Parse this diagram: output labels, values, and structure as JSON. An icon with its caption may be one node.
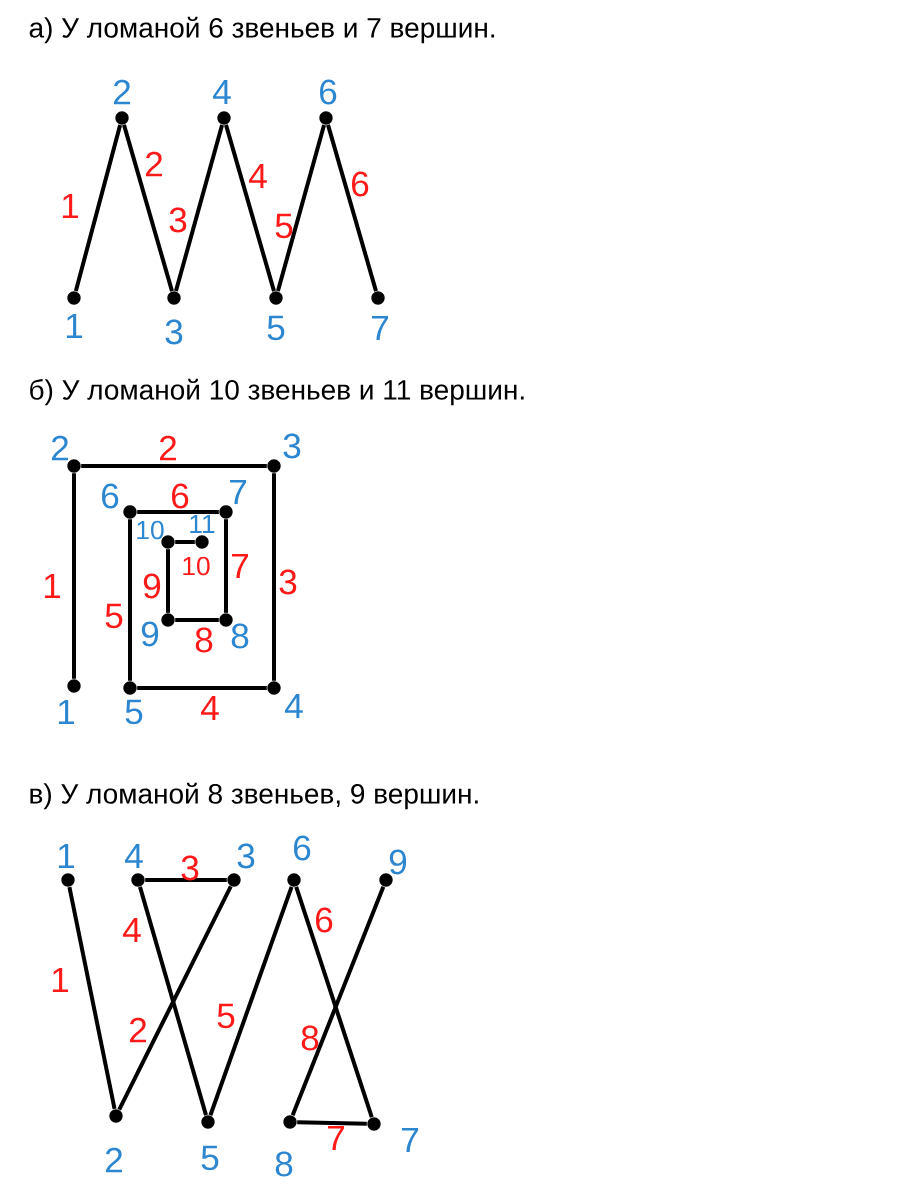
{
  "diagram": {
    "nodes": [
      {
        "text": [],
        "shape": "circle",
        "beside": [
          "1"
        ]
      },
      {
        "text": [],
        "shape": "circle",
        "beside": [
          "2"
        ]
      },
      {
        "text": [],
        "shape": "circle",
        "beside": [
          "3"
        ]
      },
      {
        "text": [],
        "shape": "circle",
        "beside": [
          "4"
        ]
      },
      {
        "text": [],
        "shape": "circle",
        "beside": [
          "5"
        ]
      },
      {
        "text": [],
        "shape": "circle",
        "beside": [
          "6"
        ]
      },
      {
        "text": [],
        "shape": "circle",
        "beside": [
          "7"
        ]
      },
      {
        "text": [],
        "shape": "circle",
        "beside": [
          "1"
        ]
      },
      {
        "text": [],
        "shape": "circle",
        "beside": [
          "2"
        ]
      },
      {
        "text": [],
        "shape": "circle",
        "beside": [
          "3"
        ]
      },
      {
        "text": [],
        "shape": "circle",
        "beside": [
          "4"
        ]
      },
      {
        "text": [],
        "shape": "circle",
        "beside": [
          "5"
        ]
      },
      {
        "text": [],
        "shape": "circle",
        "beside": [
          "6"
        ]
      },
      {
        "text": [],
        "shape": "circle",
        "beside": [
          "7"
        ]
      },
      {
        "text": [],
        "shape": "circle",
        "beside": [
          "8"
        ]
      },
      {
        "text": [],
        "shape": "circle",
        "beside": [
          "9"
        ]
      },
      {
        "text": [],
        "shape": "circle",
        "beside": [
          "10"
        ]
      },
      {
        "text": [],
        "shape": "circle",
        "beside": [
          "11"
        ]
      },
      {
        "text": [],
        "shape": "circle",
        "beside": [
          "1"
        ]
      },
      {
        "text": [],
        "shape": "circle",
        "beside": [
          "2"
        ]
      },
      {
        "text": [],
        "shape": "circle",
        "beside": [
          "3"
        ]
      },
      {
        "text": [],
        "shape": "circle",
        "beside": [
          "4"
        ]
      },
      {
        "text": [],
        "shape": "circle",
        "beside": [
          "5"
        ]
      },
      {
        "text": [],
        "shape": "circle",
        "beside": [
          "6"
        ]
      },
      {
        "text": [],
        "shape": "circle",
        "beside": [
          "7"
        ]
      },
      {
        "text": [],
        "shape": "circle",
        "beside": [
          "8"
        ]
      },
      {
        "text": [],
        "shape": "circle",
        "beside": [
          "9"
        ]
      }
    ],
    "edges": [
      {
        "from": 0,
        "to": 1,
        "arrow": "none",
        "label": "1"
      },
      {
        "from": 1,
        "to": 2,
        "arrow": "none",
        "label": "2"
      },
      {
        "from": 2,
        "to": 3,
        "arrow": "none",
        "label": "3"
      },
      {
        "from": 3,
        "to": 4,
        "arrow": "none",
        "label": "4"
      },
      {
        "from": 4,
        "to": 5,
        "arrow": "none",
        "label": "5"
      },
      {
        "from": 5,
        "to": 6,
        "arrow": "none",
        "label": "6"
      },
      {
        "from": 7,
        "to": 8,
        "arrow": "none",
        "label": "1"
      },
      {
        "from": 8,
        "to": 9,
        "arrow": "none",
        "label": "2"
      },
      {
        "from": 9,
        "to": 10,
        "arrow": "none",
        "label": "3"
      },
      {
        "from": 10,
        "to": 11,
        "arrow": "none",
        "label": "4"
      },
      {
        "from": 11,
        "to": 12,
        "arrow": "none",
        "label": "5"
      },
      {
        "from": 12,
        "to": 13,
        "arrow": "none",
        "label": "6"
      },
      {
        "from": 13,
        "to": 14,
        "arrow": "none",
        "label": "7"
      },
      {
        "from": 14,
        "to": 15,
        "arrow": "none",
        "label": "8"
      },
      {
        "from": 15,
        "to": 16,
        "arrow": "none",
        "label": "9"
      },
      {
        "from": 16,
        "to": 17,
        "arrow": "none",
        "label": "10"
      },
      {
        "from": 18,
        "to": 19,
        "arrow": "none",
        "label": "1"
      },
      {
        "from": 19,
        "to": 20,
        "arrow": "none",
        "label": "2"
      },
      {
        "from": 20,
        "to": 21,
        "arrow": "none",
        "label": "3"
      },
      {
        "from": 21,
        "to": 22,
        "arrow": "none",
        "label": "4"
      },
      {
        "from": 22,
        "to": 23,
        "arrow": "none",
        "label": "5"
      },
      {
        "from": 23,
        "to": 24,
        "arrow": "none",
        "label": "6"
      },
      {
        "from": 24,
        "to": 25,
        "arrow": "none",
        "label": "7"
      },
      {
        "from": 25,
        "to": 26,
        "arrow": "none",
        "label": "8"
      }
    ],
    "labels": [
      "а) У ломаной 6 звеньев и 7 вершин.",
      "б) У ломаной 10 звеньев и 11 вершин.",
      "в) У ломаной 8 звеньев, 9 вершин."
    ]
  }
}
